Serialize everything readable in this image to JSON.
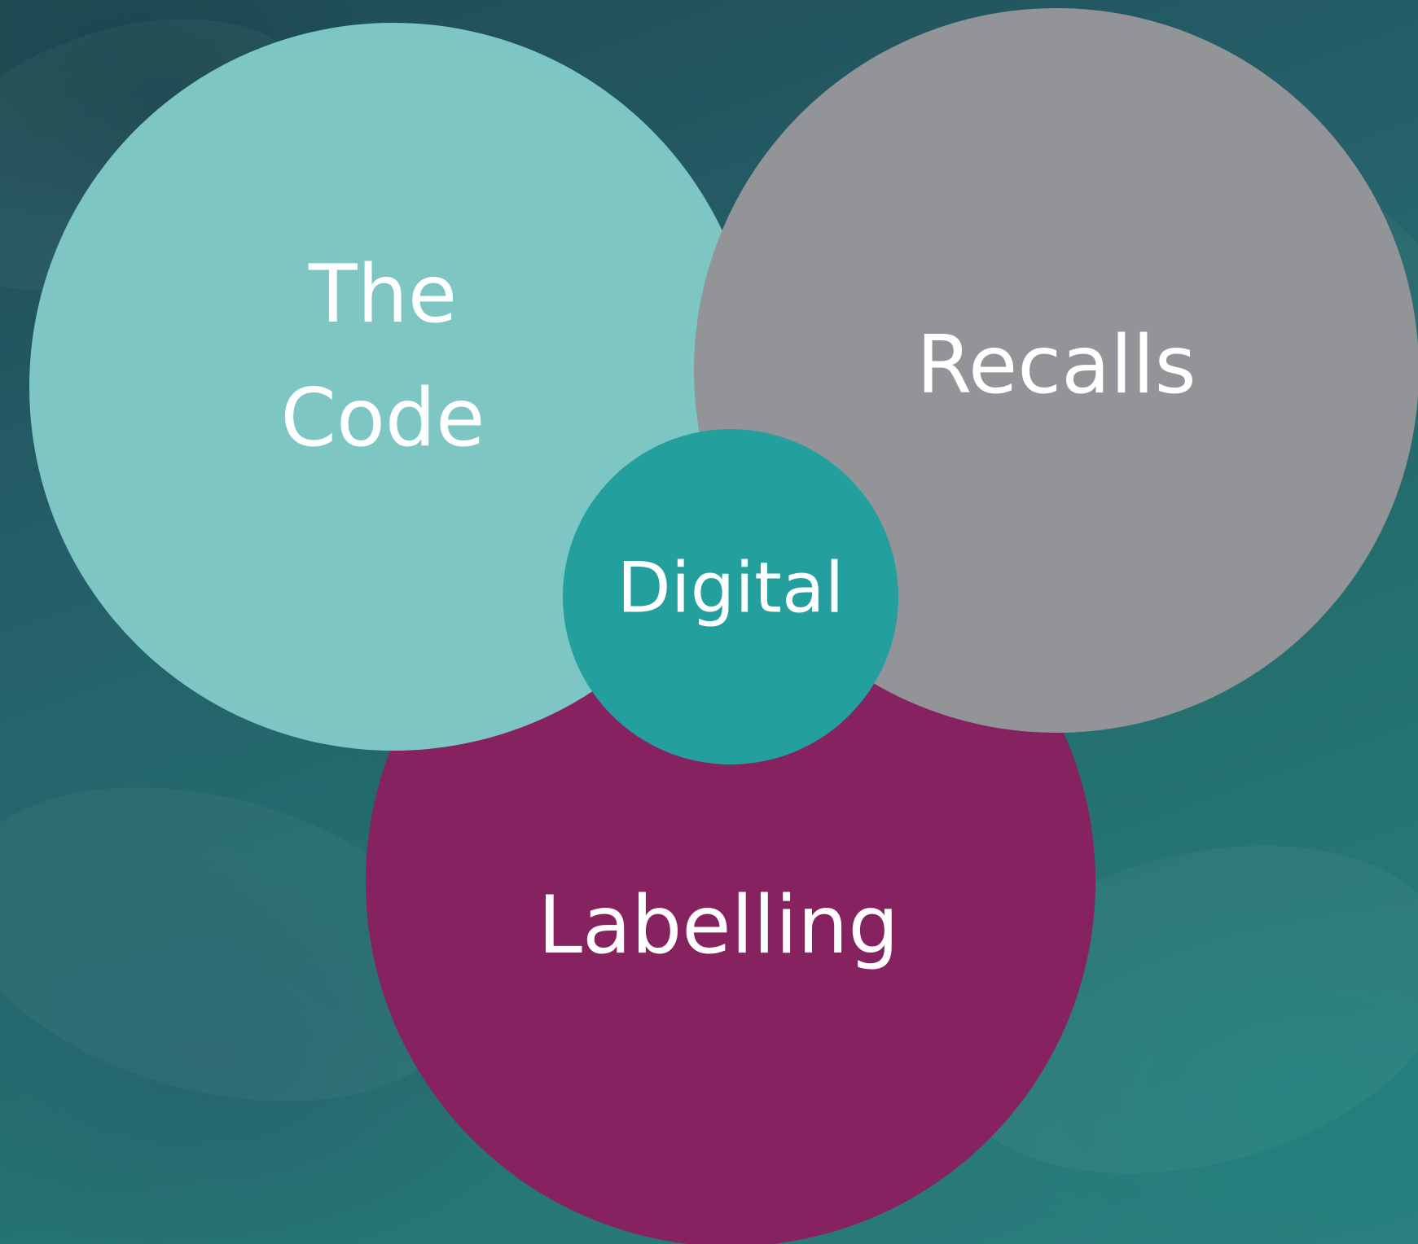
{
  "diagram": {
    "circles": {
      "code": {
        "lines": [
          "The",
          "Code"
        ],
        "color": "#7dc6c3"
      },
      "recalls": {
        "lines": [
          "Recalls"
        ],
        "color": "#939497"
      },
      "labelling": {
        "lines": [
          "Labelling"
        ],
        "color": "#872260"
      },
      "digital": {
        "lines": [
          "Digital"
        ],
        "color": "#239f9d"
      }
    }
  }
}
